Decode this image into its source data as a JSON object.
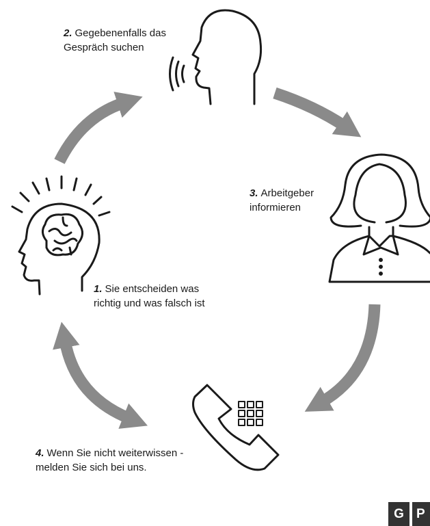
{
  "colors": {
    "arrow": "#8a8a8a",
    "line": "#1a1a1a",
    "logo_bg": "#333333"
  },
  "steps": [
    {
      "num": "1.",
      "lines": [
        "Sie entscheiden was",
        "richtig und was falsch ist"
      ],
      "icon": "thinking-head-icon"
    },
    {
      "num": "2.",
      "lines": [
        "Gegebenenfalls das",
        "Gespräch suchen"
      ],
      "icon": "speaking-head-icon"
    },
    {
      "num": "3.",
      "lines": [
        "Arbeitgeber",
        "informieren"
      ],
      "icon": "woman-icon"
    },
    {
      "num": "4.",
      "lines": [
        "Wenn Sie nicht weiterwissen -",
        "melden Sie sich bei uns."
      ],
      "icon": "phone-icon"
    }
  ],
  "logo": {
    "letter1": "G",
    "letter2": "P"
  }
}
